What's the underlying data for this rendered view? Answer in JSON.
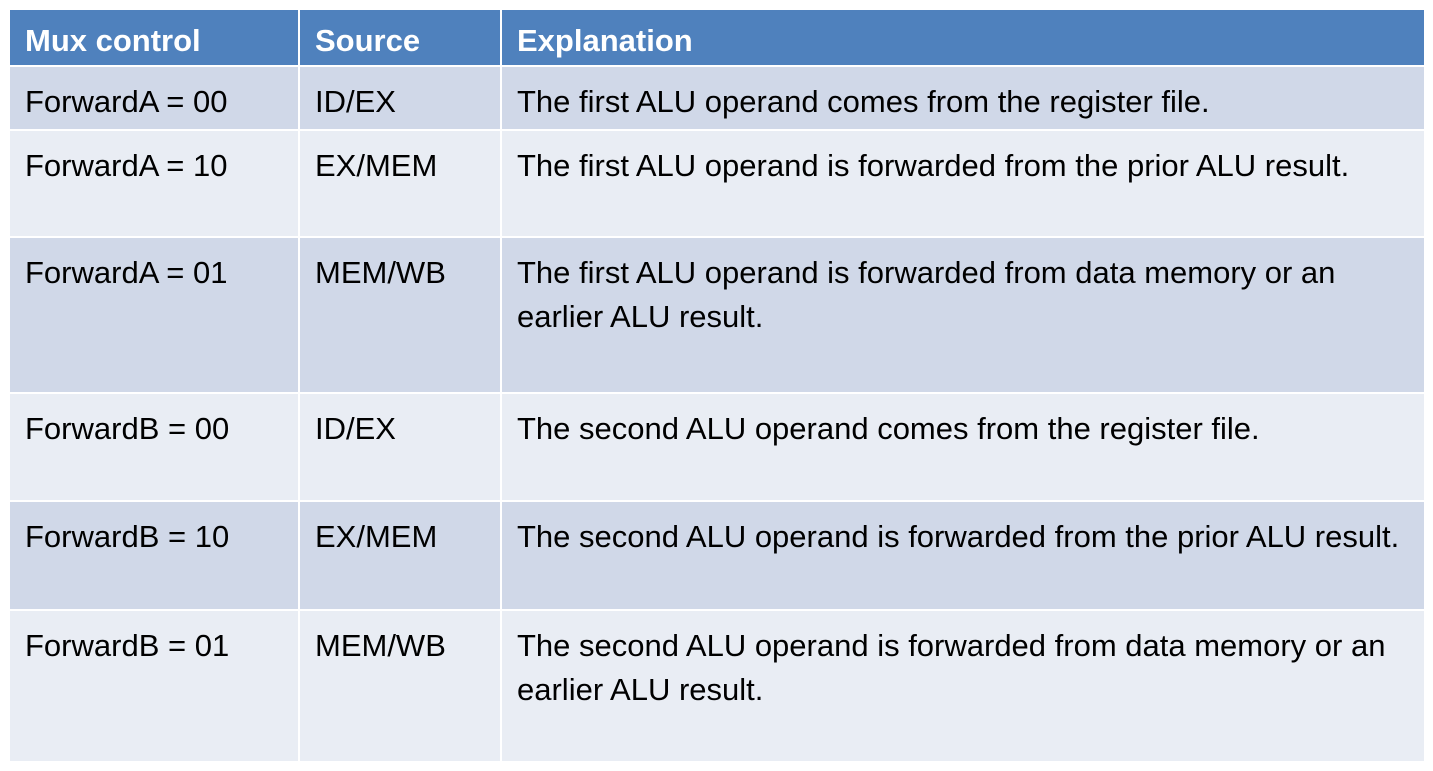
{
  "table": {
    "headers": {
      "mux_control": "Mux control",
      "source": "Source",
      "explanation": "Explanation"
    },
    "rows": [
      {
        "mux_control": "ForwardA = 00",
        "source": "ID/EX",
        "explanation": "The first ALU operand comes from the register file."
      },
      {
        "mux_control": "ForwardA = 10",
        "source": "EX/MEM",
        "explanation": "The first ALU operand is forwarded from the prior ALU result."
      },
      {
        "mux_control": "ForwardA = 01",
        "source": "MEM/WB",
        "explanation": "The first ALU operand is forwarded from data memory or an earlier ALU result."
      },
      {
        "mux_control": "ForwardB = 00",
        "source": "ID/EX",
        "explanation": "The second ALU operand comes from the register file."
      },
      {
        "mux_control": "ForwardB = 10",
        "source": "EX/MEM",
        "explanation": "The second ALU operand is forwarded from the prior ALU result."
      },
      {
        "mux_control": "ForwardB = 01",
        "source": "MEM/WB",
        "explanation": "The second ALU operand is forwarded from data memory or an earlier ALU result."
      }
    ]
  },
  "colors": {
    "header_bg": "#4f81bd",
    "header_text": "#ffffff",
    "row_dark": "#d0d8e8",
    "row_light": "#e9edf4"
  }
}
